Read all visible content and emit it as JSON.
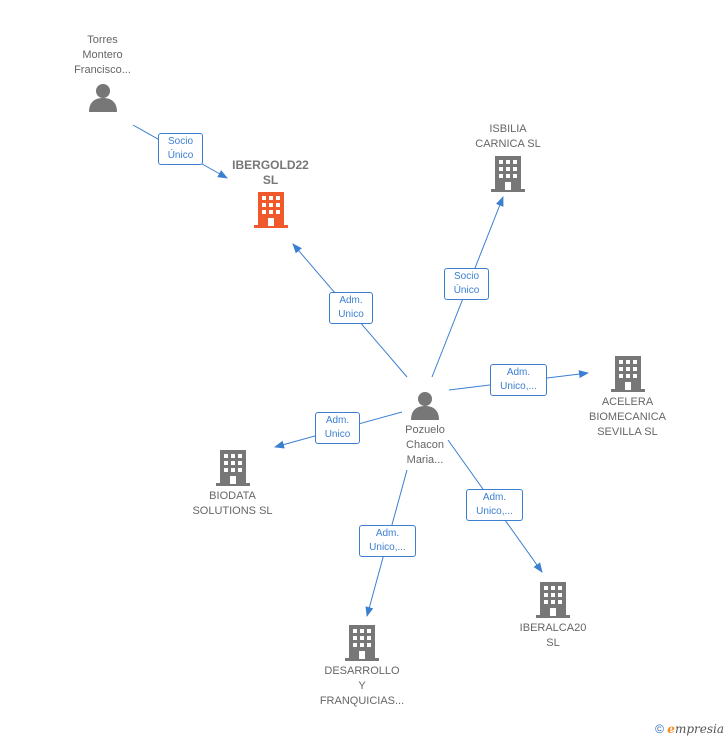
{
  "nodes": {
    "torres": {
      "label": "Torres\nMontero\nFrancisco...",
      "icon": "person-icon",
      "color": "#777777"
    },
    "ibergold": {
      "label": "IBERGOLD22\nSL",
      "icon": "building-icon",
      "color": "#f0592b"
    },
    "isbilia": {
      "label": "ISBILIA\nCARNICA  SL",
      "icon": "building-icon",
      "color": "#777777"
    },
    "acelera": {
      "label": "ACELERA\nBIOMECANICA\nSEVILLA  SL",
      "icon": "building-icon",
      "color": "#777777"
    },
    "pozuelo": {
      "label": "Pozuelo\nChacon\nMaria...",
      "icon": "person-icon",
      "color": "#777777"
    },
    "biodata": {
      "label": "BIODATA\nSOLUTIONS SL",
      "icon": "building-icon",
      "color": "#777777"
    },
    "iberalca": {
      "label": "IBERALCA20\nSL",
      "icon": "building-icon",
      "color": "#777777"
    },
    "desarrollo": {
      "label": "DESARROLLO\nY\nFRANQUICIAS...",
      "icon": "building-icon",
      "color": "#777777"
    }
  },
  "edges": [
    {
      "id": "torres-ibergold",
      "label": "Socio\nÚnico"
    },
    {
      "id": "pozuelo-ibergold",
      "label": "Adm.\nUnico"
    },
    {
      "id": "pozuelo-isbilia",
      "label": "Socio\nÚnico"
    },
    {
      "id": "pozuelo-acelera",
      "label": "Adm.\nUnico,..."
    },
    {
      "id": "pozuelo-biodata",
      "label": "Adm.\nUnico"
    },
    {
      "id": "pozuelo-iberalca",
      "label": "Adm.\nUnico,..."
    },
    {
      "id": "pozuelo-desarrollo",
      "label": "Adm.\nUnico,..."
    }
  ],
  "colors": {
    "edge": "#3b7fd1",
    "node": "#777777",
    "highlight": "#f0592b"
  },
  "footer": {
    "copyright": "©",
    "brand_initial": "e",
    "brand_rest": "mpresia"
  }
}
